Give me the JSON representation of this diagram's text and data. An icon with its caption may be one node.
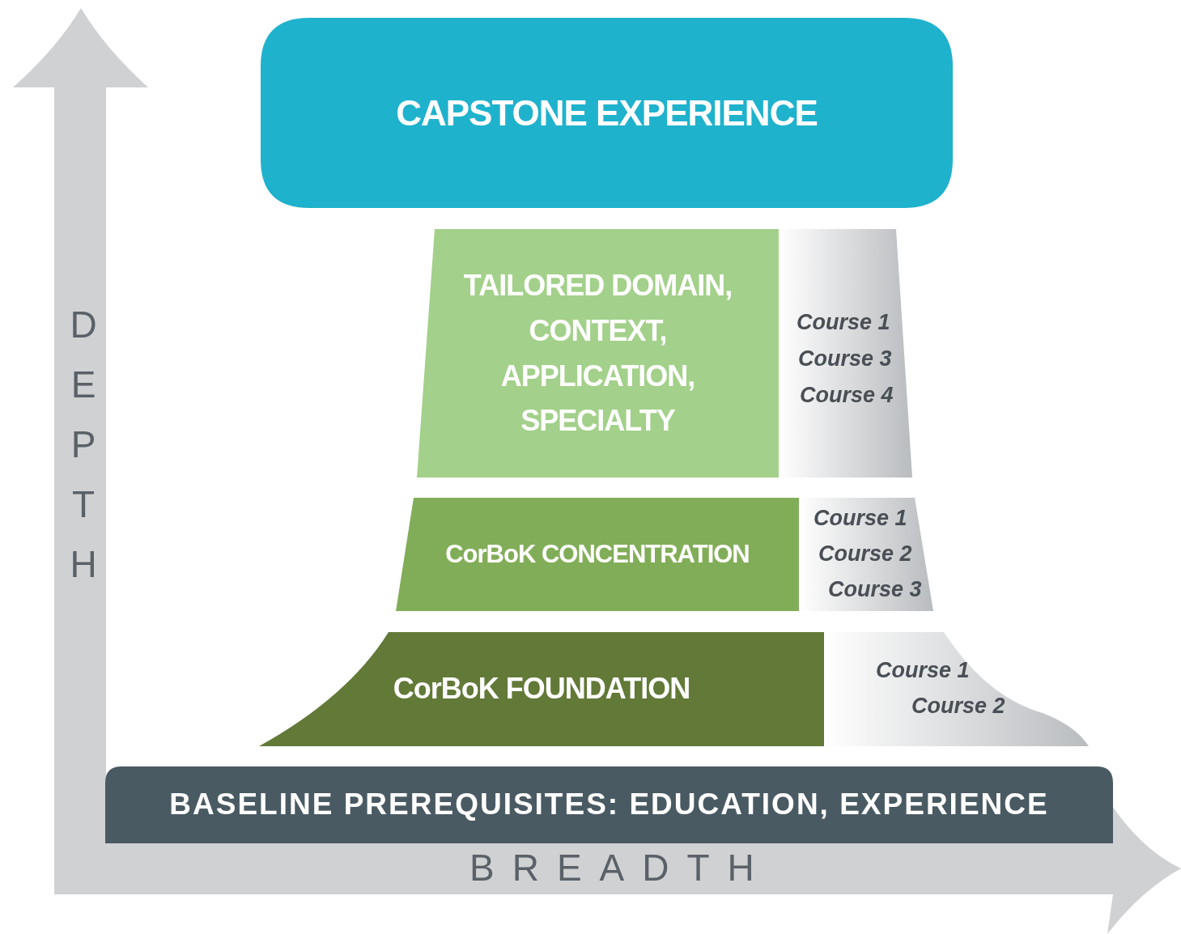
{
  "diagram": {
    "nodes": [
      {
        "text": [
          "CAPSTONE EXPERIENCE"
        ]
      },
      {
        "text": [
          "TAILORED DOMAIN, CONTEXT, APPLICATION, SPECIALTY"
        ]
      },
      {
        "text": [
          "Course 1",
          "Course 3",
          "Course 4"
        ]
      },
      {
        "text": [
          "CorBoK CONCENTRATION"
        ]
      },
      {
        "text": [
          "Course 1",
          "Course 2",
          "Course 3"
        ]
      },
      {
        "text": [
          "CorBoK FOUNDATION"
        ]
      },
      {
        "text": [
          "Course 1",
          "Course 2"
        ]
      },
      {
        "text": [
          "BASELINE PREREQUISITES: EDUCATION, EXPERIENCE"
        ]
      }
    ],
    "edges": [],
    "labels": [
      "DEPTH",
      "BREADTH"
    ]
  }
}
